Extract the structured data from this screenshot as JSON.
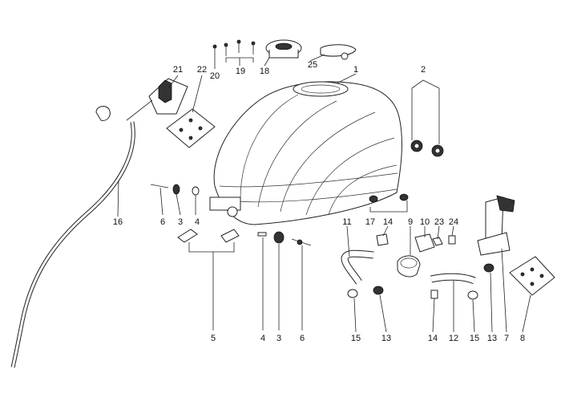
{
  "callouts": {
    "c1": "1",
    "c2": "2",
    "c3a": "3",
    "c3b": "3",
    "c4a": "4",
    "c4b": "4",
    "c5": "5",
    "c6a": "6",
    "c6b": "6",
    "c7": "7",
    "c8": "8",
    "c9": "9",
    "c10": "10",
    "c11": "11",
    "c12": "12",
    "c13a": "13",
    "c13b": "13",
    "c14a": "14",
    "c14b": "14",
    "c15a": "15",
    "c15b": "15",
    "c16": "16",
    "c17": "17",
    "c18": "18",
    "c19": "19",
    "c20": "20",
    "c21": "21",
    "c22": "22",
    "c23": "23",
    "c24": "24",
    "c25": "25"
  }
}
